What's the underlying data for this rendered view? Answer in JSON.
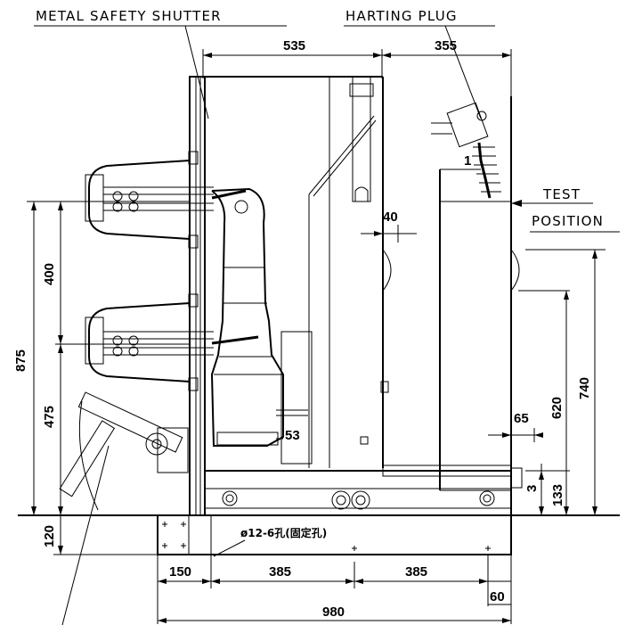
{
  "labels": {
    "metal_safety_shutter": "METAL SAFETY SHUTTER",
    "harting_plug": "HARTING PLUG",
    "test_position_line1": "TEST",
    "test_position_line2": "POSITION",
    "hole_note": "ø12-6孔(固定孔)"
  },
  "dimensions": {
    "d535": "535",
    "d355": "355",
    "d1": "1",
    "d40": "40",
    "d400": "400",
    "d875": "875",
    "d475": "475",
    "d120": "120",
    "d53": "53",
    "d65": "65",
    "d620": "620",
    "d740": "740",
    "d3": "3",
    "d133": "133",
    "d150": "150",
    "d385a": "385",
    "d385b": "385",
    "d60": "60",
    "d980": "980"
  }
}
